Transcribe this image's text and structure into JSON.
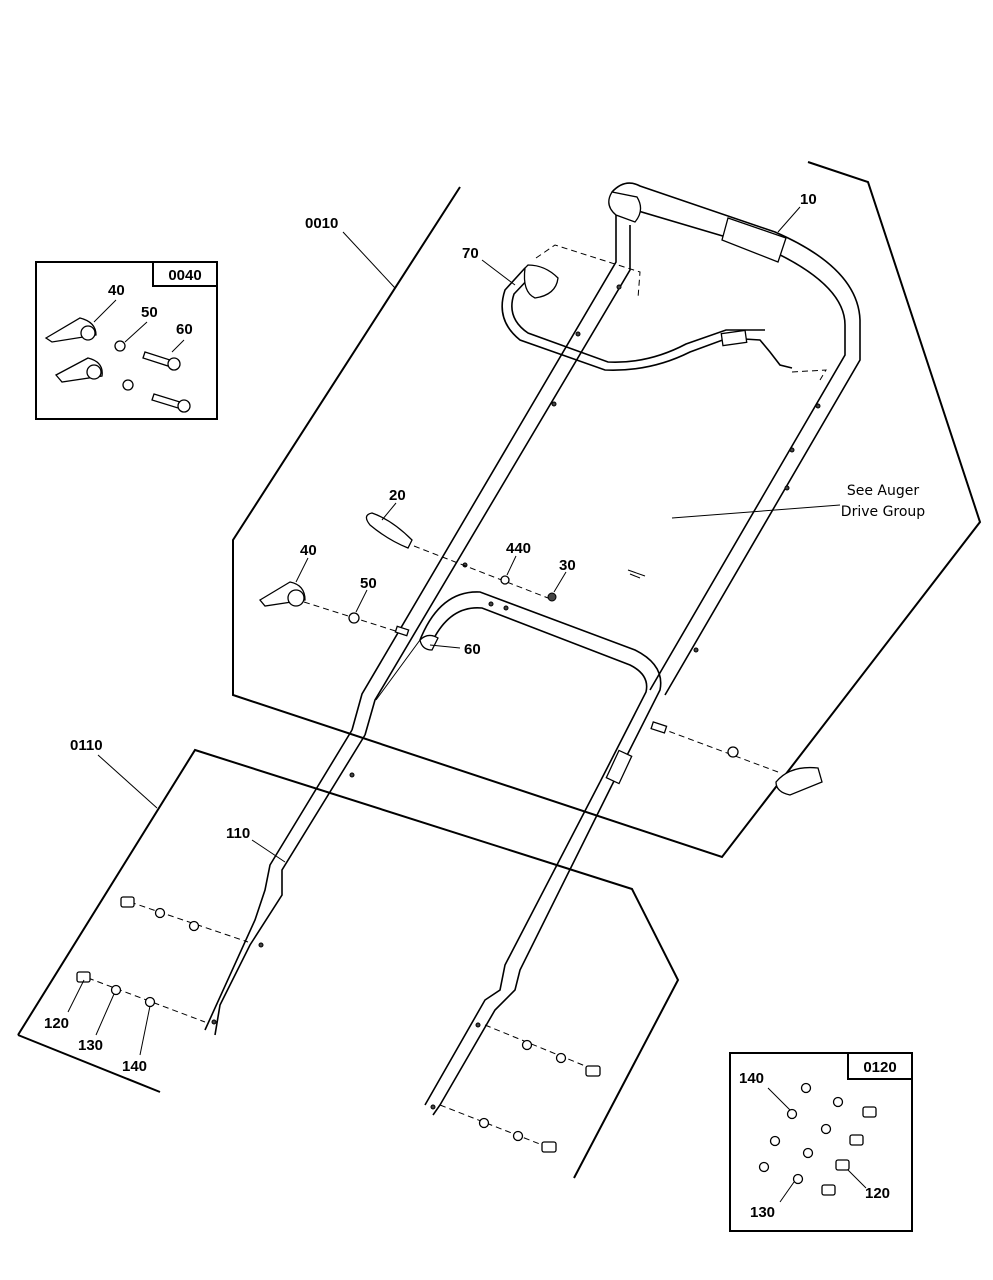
{
  "callouts": {
    "c0010": "0010",
    "c0110": "0110",
    "c10": "10",
    "c70": "70",
    "c20": "20",
    "c40": "40",
    "c50": "50",
    "c440": "440",
    "c30": "30",
    "c60": "60",
    "c110": "110",
    "c120": "120",
    "c130": "130",
    "c140": "140"
  },
  "inset_0040": {
    "title": "0040",
    "c40": "40",
    "c50": "50",
    "c60": "60"
  },
  "inset_0120": {
    "title": "0120",
    "c140": "140",
    "c120": "120",
    "c130": "130"
  },
  "note": {
    "line1": "See Auger",
    "line2": "Drive Group"
  }
}
